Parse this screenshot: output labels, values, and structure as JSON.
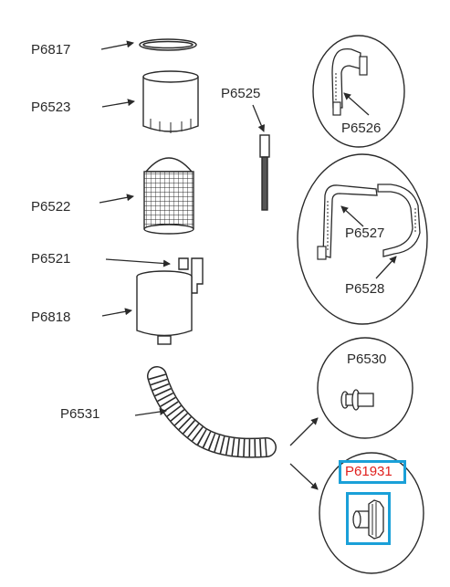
{
  "parts": {
    "p6817": "P6817",
    "p6523": "P6523",
    "p6525": "P6525",
    "p6526": "P6526",
    "p6522": "P6522",
    "p6527": "P6527",
    "p6521": "P6521",
    "p6528": "P6528",
    "p6818": "P6818",
    "p6530": "P6530",
    "p6531": "P6531",
    "p61931": "P61931"
  },
  "colors": {
    "line": "#2a2a2a",
    "highlight_border": "#1aa0d8",
    "highlight_text": "#e0211f"
  }
}
